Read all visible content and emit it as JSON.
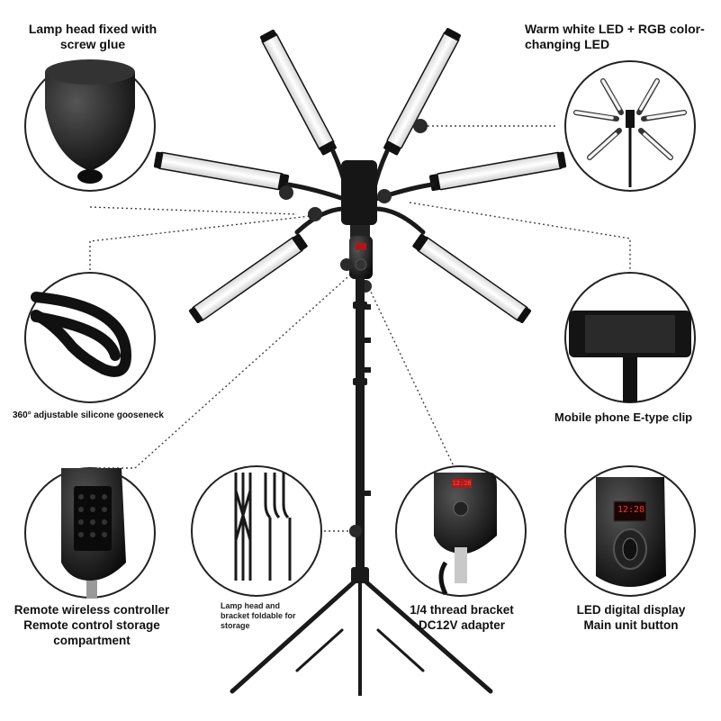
{
  "callouts": {
    "lamp_head": "Lamp head fixed with\nscrew glue",
    "warm_white": "Warm white LED + RGB color-\nchanging LED",
    "gooseneck": "360° adjustable silicone gooseneck",
    "phone_clip": "Mobile phone E-type clip",
    "remote": "Remote wireless controller\nRemote control storage\ncompartment",
    "foldable": "Lamp head and\nbracket foldable for\nstorage",
    "thread": "1/4 thread bracket\nDC12V adapter",
    "display": "LED digital display\nMain unit button"
  },
  "display_readout": "12:28",
  "colors": {
    "stand": "#1a1a1a",
    "tube_light": "#f2f2f2",
    "leader_line": "#444444"
  }
}
